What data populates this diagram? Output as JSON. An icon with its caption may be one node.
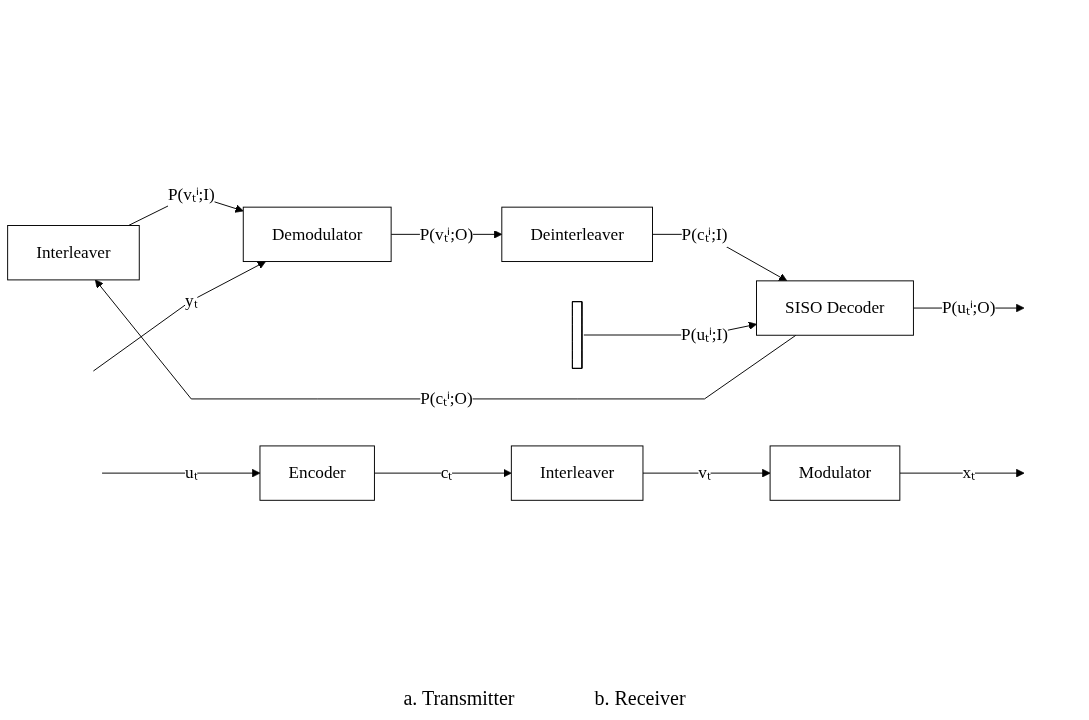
{
  "diagram": {
    "nodes": [
      {
        "text": [
          "Encoder"
        ]
      },
      {
        "text": [
          "Interleaver"
        ]
      },
      {
        "text": [
          "Modulator"
        ]
      },
      {
        "text": [
          "Interleaver"
        ]
      },
      {
        "text": [
          "Demodulator"
        ]
      },
      {
        "text": [
          "Deinterleaver"
        ]
      },
      {
        "text": [
          "SISO Decoder"
        ]
      },
      {
        "text": [],
        "shape": "ground"
      }
    ],
    "edges": [
      {
        "from": null,
        "to": 0,
        "arrow": "to",
        "label": "uₜ"
      },
      {
        "from": 0,
        "to": 1,
        "arrow": "to",
        "label": "cₜ"
      },
      {
        "from": 1,
        "to": 2,
        "arrow": "to",
        "label": "vₜ"
      },
      {
        "from": 2,
        "to": null,
        "arrow": "to",
        "label": "xₜ"
      },
      {
        "from": 6,
        "to": 3,
        "arrow": "to",
        "label": "P(cₜⁱ;O)"
      },
      {
        "from": 3,
        "to": 4,
        "arrow": "to",
        "label": "P(vₜⁱ;I)"
      },
      {
        "from": null,
        "to": 4,
        "arrow": "to",
        "label": "yₜ"
      },
      {
        "from": 4,
        "to": 5,
        "arrow": "to",
        "label": "P(vₜⁱ;O)"
      },
      {
        "from": 5,
        "to": 6,
        "arrow": "to",
        "label": "P(cₜⁱ;I)"
      },
      {
        "from": 7,
        "to": 6,
        "arrow": "to",
        "label": "P(uₜⁱ;I)"
      },
      {
        "from": 6,
        "to": null,
        "arrow": "to",
        "label": "P(uₜⁱ;O)"
      }
    ],
    "labels": [
      "a. Transmitter",
      "b. Receiver"
    ]
  }
}
